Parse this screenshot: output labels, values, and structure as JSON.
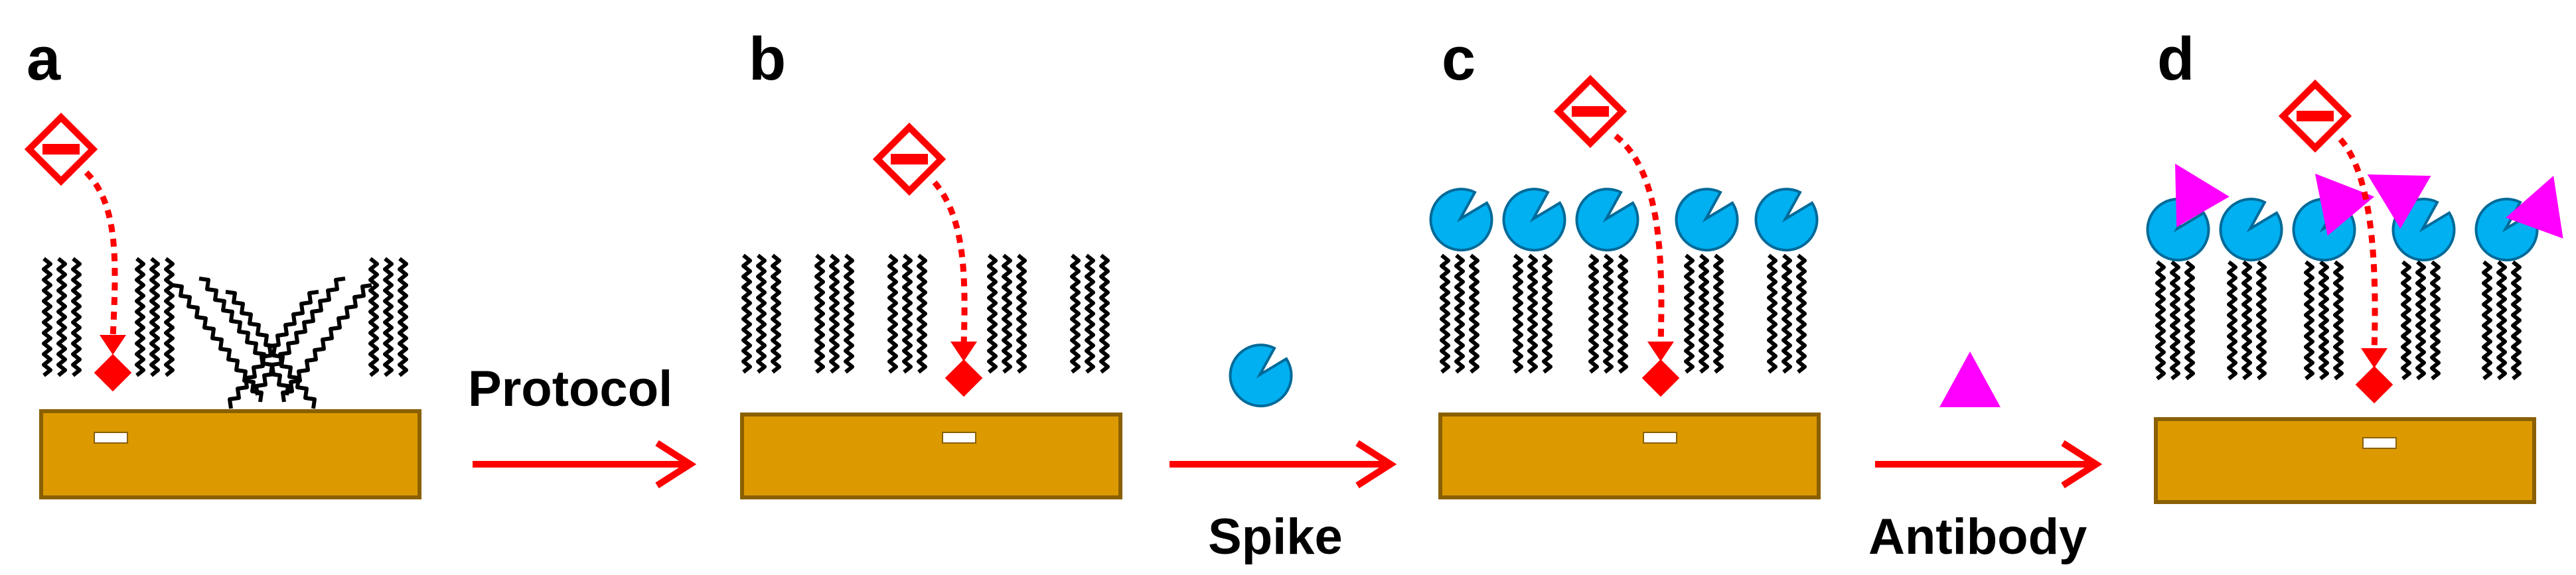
{
  "panels": [
    {
      "letter": "a",
      "state": "disordered monolayer"
    },
    {
      "letter": "b",
      "state": "ordered monolayer"
    },
    {
      "letter": "c",
      "state": "spike bound"
    },
    {
      "letter": "d",
      "state": "antibody bound"
    }
  ],
  "steps": [
    {
      "label": "Protocol"
    },
    {
      "label": "Spike"
    },
    {
      "label": "Antibody"
    }
  ],
  "colors": {
    "electrode": "#dc9a00",
    "electrode_border": "#8a6000",
    "redox_probe": "#ff0000",
    "spike_protein": "#00b0f0",
    "antibody": "#ff00ff",
    "molecule_chain": "#000000",
    "arrow": "#ff0000"
  },
  "icons": [
    "electrode-icon",
    "redox-probe-icon",
    "spike-protein-icon",
    "antibody-icon",
    "thiol-chain-icon"
  ]
}
